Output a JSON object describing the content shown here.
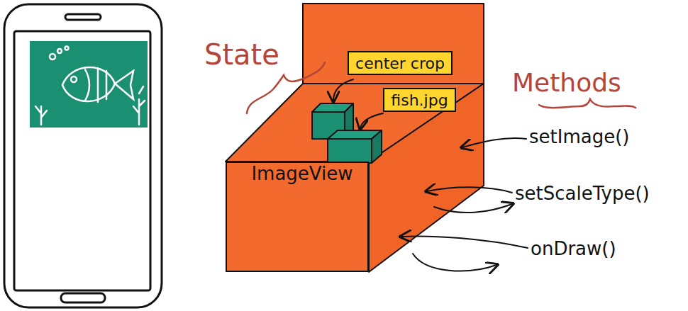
{
  "diagram": {
    "nodes": [
      {
        "text": [
          "center crop"
        ]
      },
      {
        "text": [
          "fish.jpg"
        ]
      },
      {
        "text": [
          "ImageView"
        ]
      }
    ],
    "labels": [
      "State",
      "Methods",
      "setImage()",
      "setScaleType()",
      "onDraw()"
    ]
  }
}
